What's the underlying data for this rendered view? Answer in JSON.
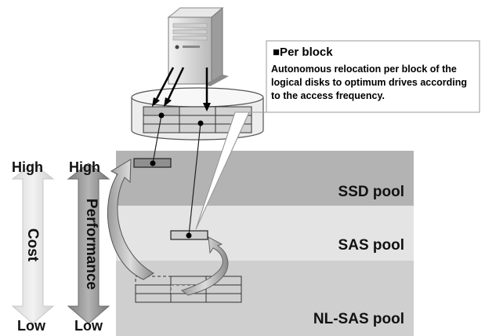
{
  "pools": [
    {
      "label": "SSD pool",
      "color": "#b3b3b3"
    },
    {
      "label": "SAS pool",
      "color": "#e4e4e4"
    },
    {
      "label": "NL-SAS pool",
      "color": "#cfcfcf"
    }
  ],
  "cost_arrow": {
    "top": "High",
    "label": "Cost",
    "bottom": "Low",
    "color": "#e0e0e0"
  },
  "performance_arrow": {
    "top": "High",
    "label": "Performance",
    "bottom": "Low",
    "color": "#9a9a9a"
  },
  "callout": {
    "title": "■Per block",
    "body": "Autonomous relocation per block of the logical  disks to optimum drives according to the access frequency."
  }
}
